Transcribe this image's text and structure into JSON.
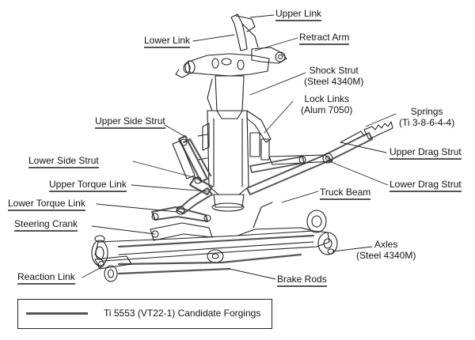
{
  "labels": {
    "upper_link": "Upper Link",
    "lower_link": "Lower Link",
    "retract_arm": "Retract Arm",
    "shock_strut": "Shock Strut",
    "shock_strut_material": "(Steel 4340M)",
    "lock_links": "Lock Links",
    "lock_links_material": "(Alum 7050)",
    "springs": "Springs",
    "springs_material": "(Ti 3-8-6-4-4)",
    "upper_side_strut": "Upper Side Strut",
    "upper_drag_strut": "Upper Drag Strut",
    "lower_side_strut": "Lower Side Strut",
    "lower_drag_strut": "Lower Drag Strut",
    "upper_torque_link": "Upper Torque Link",
    "truck_beam": "Truck Beam",
    "lower_torque_link": "Lower Torque Link",
    "steering_crank": "Steering Crank",
    "axles": "Axles",
    "axles_material": "(Steel 4340M)",
    "reaction_link": "Reaction Link",
    "brake_rods": "Brake Rods"
  },
  "legend": {
    "text": "Ti 5553 (VT22-1) Candidate Forgings",
    "swatch_color": "#555555"
  },
  "colors": {
    "line": "#222222",
    "highlight": "#555555"
  }
}
